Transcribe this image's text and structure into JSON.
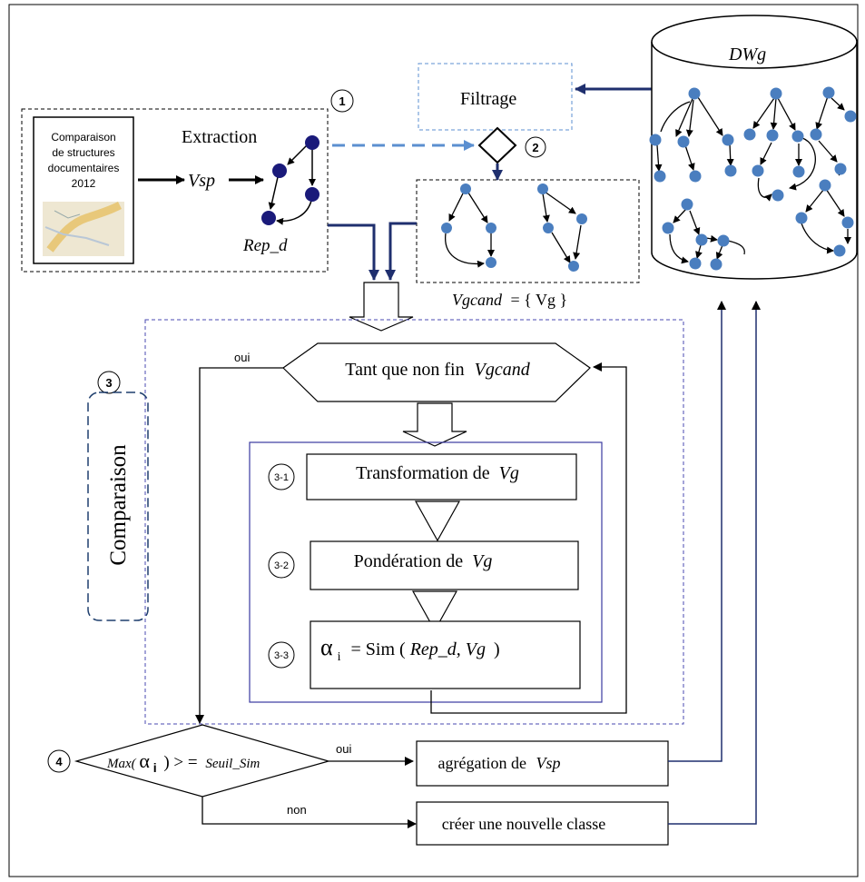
{
  "thumbnail": {
    "line1": "Comparaison",
    "line2": "de structures",
    "line3": "documentaires",
    "line4": "2012"
  },
  "labels": {
    "extraction": "Extraction",
    "vsp": "Vsp",
    "rep_d": "Rep_d",
    "filtrage": "Filtrage",
    "dwg": "DWg",
    "vgcand_prefix": "Vgcand",
    "vgcand_suffix": "= { Vg }",
    "loop_prefix": "Tant que non fin",
    "loop_var": "Vgcand",
    "oui_loop": "oui",
    "comparaison": "Comparaison",
    "step_3_1_prefix": "Transformation de",
    "step_3_1_var": "Vg",
    "step_3_2_prefix": "Pondération de",
    "step_3_2_var": "Vg",
    "step_3_3_alpha": "α",
    "step_3_3_sub": "i",
    "step_3_3_eq": "= Sim (",
    "step_3_3_args": "Rep_d, Vg",
    "step_3_3_close": ")",
    "decision_max": "Max(",
    "decision_alpha": "α",
    "decision_sub": "i",
    "decision_op": ") > =",
    "decision_seuil": "Seuil_Sim",
    "oui_decision": "oui",
    "non_decision": "non",
    "aggregation_prefix": "agrégation  de",
    "aggregation_var": "Vsp",
    "new_class": "créer une nouvelle classe"
  },
  "step_numbers": {
    "one": "1",
    "two": "2",
    "three": "3",
    "three_one": "3-1",
    "three_two": "3-2",
    "three_three": "3-3",
    "four": "4"
  },
  "colors": {
    "node_fill": "#4a7ebf",
    "node_dark": "#1a1a7a",
    "navy_arrow": "#1f2f6e",
    "dashed_blue": "#5b8fd0",
    "box_blue": "#4a4ab0"
  }
}
